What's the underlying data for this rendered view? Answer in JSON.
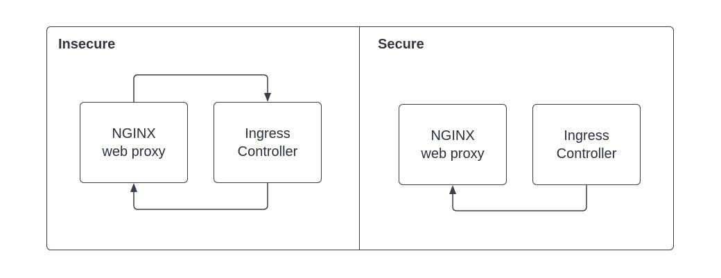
{
  "insecure": {
    "title": "Insecure",
    "nginx": {
      "line1": "NGINX",
      "line2": "web proxy"
    },
    "ingress": {
      "line1": "Ingress",
      "line2": "Controller"
    }
  },
  "secure": {
    "title": "Secure",
    "nginx": {
      "line1": "NGINX",
      "line2": "web proxy"
    },
    "ingress": {
      "line1": "Ingress",
      "line2": "Controller"
    }
  },
  "colors": {
    "stroke": "#3a3f46",
    "text": "#2b2f36"
  }
}
